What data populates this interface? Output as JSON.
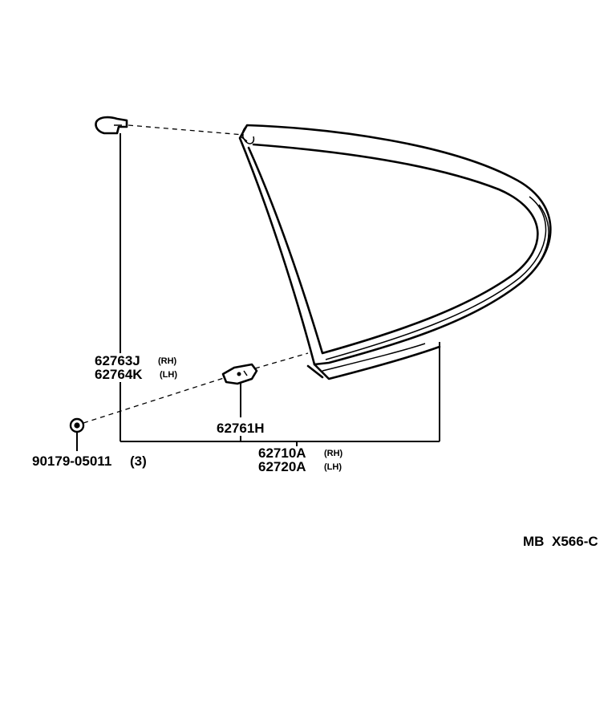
{
  "labels": {
    "clip_upper": {
      "rh_part": "62763J",
      "rh_tag": "(RH)",
      "lh_part": "62764K",
      "lh_tag": "(LH)"
    },
    "clip_lower": {
      "part": "62761H"
    },
    "nut": {
      "part": "90179-05011",
      "qty": "(3)"
    },
    "weatherstrip": {
      "rh_part": "62710A",
      "rh_tag": "(RH)",
      "lh_part": "62720A",
      "lh_tag": "(LH)"
    },
    "diagram_code": {
      "prefix": "MB",
      "code": "X566-C"
    }
  }
}
